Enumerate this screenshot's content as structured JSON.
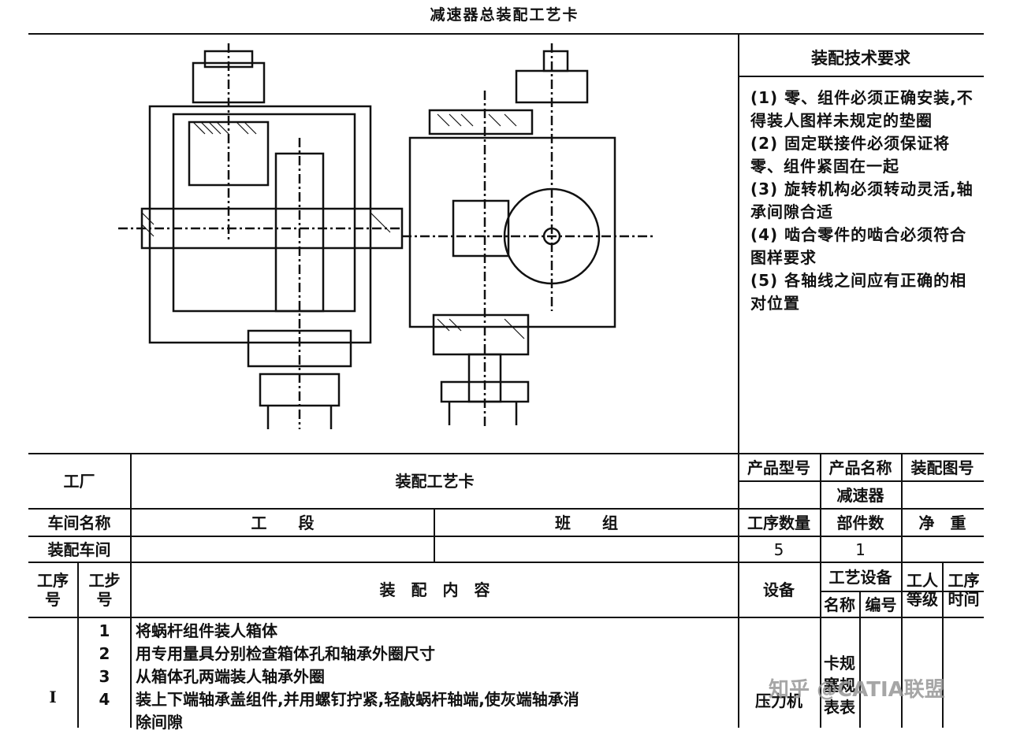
{
  "title": "减速器总装配工艺卡",
  "requirements": {
    "heading": "装配技术要求",
    "items": [
      "(1) 零、组件必须正确安装,不得装人图样未规定的垫圈",
      "(2) 固定联接件必须保证将零、组件紧固在一起",
      "(3) 旋转机构必须转动灵活,轴承间隙合适",
      "(4) 啮合零件的啮合必须符合图样要求",
      "(5) 各轴线之间应有正确的相对位置"
    ]
  },
  "header": {
    "factory": "工厂",
    "card_title": "装配工艺卡",
    "product_model": "产品型号",
    "product_name": "产品名称",
    "assembly_drawing_no": "装配图号",
    "product_name_value": "减速器",
    "workshop_name": "车间名称",
    "section": "工　　段",
    "team": "班　　组",
    "process_count": "工序数量",
    "part_count": "部件数",
    "net_weight": "净　重",
    "assembly_workshop": "装配车间",
    "process_count_value": "5",
    "part_count_value": "1"
  },
  "columns": {
    "process_no": "工序号",
    "step_no": "工步号",
    "content": "装　配　内　容",
    "equipment": "设备",
    "tooling": "工艺设备",
    "tool_name": "名称",
    "tool_no": "编号",
    "worker_grade": "工人等级",
    "process_time": "工序时间"
  },
  "rows": {
    "process": "I",
    "equipment": "压力机",
    "tooling_name": "卡规 塞规 表表",
    "steps": [
      {
        "no": "1",
        "text": "将蜗杆组件装人箱体"
      },
      {
        "no": "2",
        "text": "用专用量具分别检查箱体孔和轴承外圈尺寸"
      },
      {
        "no": "3",
        "text": "从箱体孔两端装人轴承外圈"
      },
      {
        "no": "4",
        "text": "装上下端轴承盖组件,并用螺钉拧紧,轻敲蜗杆轴端,使灰端轴承消"
      },
      {
        "no": "",
        "text": "除间隙"
      }
    ]
  },
  "watermark": "知乎 @CATIA联盟"
}
